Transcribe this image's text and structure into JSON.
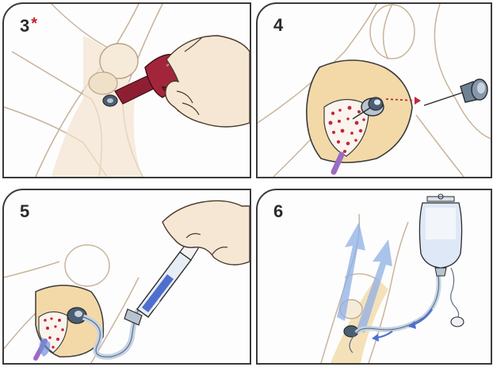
{
  "panels": [
    {
      "step": "3",
      "mark": "*"
    },
    {
      "step": "4"
    },
    {
      "step": "5"
    },
    {
      "step": "6"
    }
  ],
  "colors": {
    "outline": "#3a3a3a",
    "skin": "#f4e2cf",
    "bone": "#f3d9a8",
    "marrow": "#c2283a",
    "driver": "#8e1f33",
    "hub": "#4a5f74",
    "fluid_blue": "#6f8fd8",
    "tube": "#c5d3e4"
  },
  "icons": [
    "drill-driver-icon",
    "needle-hub-icon",
    "stylet-icon",
    "syringe-icon",
    "iv-bag-icon",
    "flow-arrow-icon"
  ]
}
